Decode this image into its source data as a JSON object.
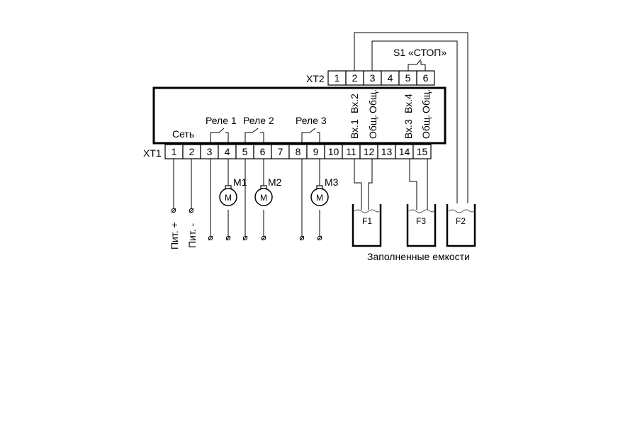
{
  "connectors": {
    "xt1": {
      "label": "ХТ1",
      "pins": [
        "1",
        "2",
        "3",
        "4",
        "5",
        "6",
        "7",
        "8",
        "9",
        "10",
        "11",
        "12",
        "13",
        "14",
        "15"
      ]
    },
    "xt2": {
      "label": "ХТ2",
      "pins": [
        "1",
        "2",
        "3",
        "4",
        "5",
        "6"
      ]
    }
  },
  "device": {
    "mains_label": "Сеть",
    "relays": [
      "Реле 1",
      "Реле 2",
      "Реле 3"
    ],
    "inputs_lower": [
      "Вх.1",
      "Общ.",
      "Вх.3",
      "Общ."
    ],
    "inputs_upper": [
      "Вх.2",
      "Общ.",
      "Вх.4",
      "Общ."
    ]
  },
  "switch_label": "S1 «СТОП»",
  "motors": [
    {
      "tag": "M1",
      "symbol": "M"
    },
    {
      "tag": "M2",
      "symbol": "M"
    },
    {
      "tag": "M3",
      "symbol": "M"
    }
  ],
  "power": {
    "plus": "Пит. +",
    "minus": "Пит. -"
  },
  "tanks": [
    "F1",
    "F3",
    "F2"
  ],
  "caption": "Заполненные емкости"
}
